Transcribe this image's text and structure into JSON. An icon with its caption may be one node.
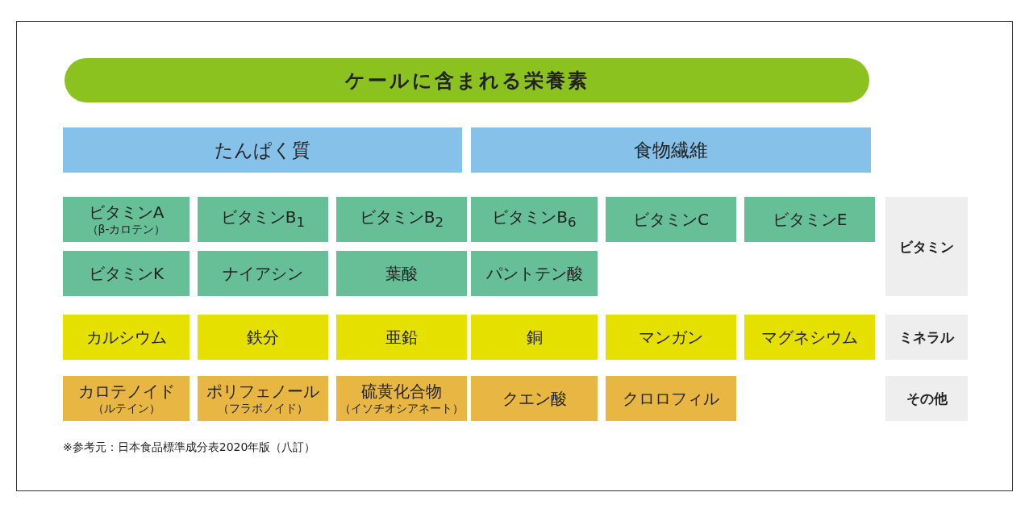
{
  "diagram": {
    "title": "ケールに含まれる栄養素",
    "nodes": [
      {
        "text": [
          "たんぱく質"
        ]
      },
      {
        "text": [
          "食物繊維"
        ]
      },
      {
        "text": [
          "ビタミンA",
          "（β-カロテン）"
        ]
      },
      {
        "text": [
          "ビタミンB$_{1}$"
        ]
      },
      {
        "text": [
          "ビタミンB$_{2}$"
        ]
      },
      {
        "text": [
          "ビタミンB$_{6}$"
        ]
      },
      {
        "text": [
          "ビタミンC"
        ]
      },
      {
        "text": [
          "ビタミンE"
        ]
      },
      {
        "text": [
          "ビタミン"
        ]
      },
      {
        "text": [
          "ビタミンK"
        ]
      },
      {
        "text": [
          "ナイアシン"
        ]
      },
      {
        "text": [
          "葉酸"
        ]
      },
      {
        "text": [
          "パントテン酸"
        ]
      },
      {
        "text": [
          "カルシウム"
        ]
      },
      {
        "text": [
          "鉄分"
        ]
      },
      {
        "text": [
          "亜鉛"
        ]
      },
      {
        "text": [
          "銅"
        ]
      },
      {
        "text": [
          "マンガン"
        ]
      },
      {
        "text": [
          "マグネシウム"
        ]
      },
      {
        "text": [
          "ミネラル"
        ]
      },
      {
        "text": [
          "カロテノイド",
          "（ルテイン）"
        ]
      },
      {
        "text": [
          "ポリフェノール",
          "（フラボノイド）"
        ]
      },
      {
        "text": [
          "硫黄化合物",
          "（イソチオシアネート）"
        ]
      },
      {
        "text": [
          "クエン酸"
        ]
      },
      {
        "text": [
          "クロロフィル"
        ]
      },
      {
        "text": [
          "その他"
        ]
      }
    ],
    "labels": [
      "※参考元：日本食品標準成分表2020年版（八訂）"
    ]
  }
}
